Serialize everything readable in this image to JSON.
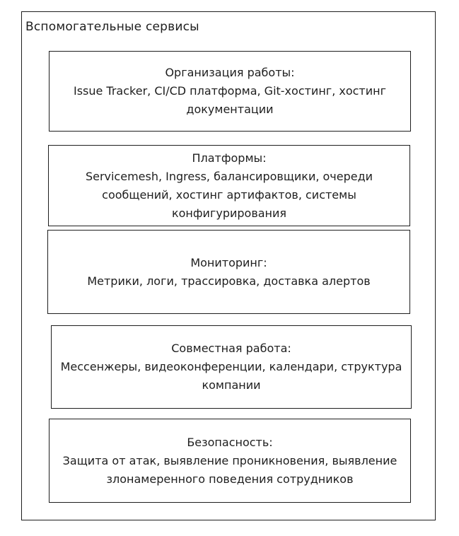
{
  "diagram": {
    "title": "Вспомогательные сервисы",
    "blocks": [
      {
        "title": "Организация работы:",
        "text": "Issue Tracker, CI/CD платформа, Git-хостинг, хостинг документации"
      },
      {
        "title": "Платформы:",
        "text": "Servicemesh, Ingress, балансировщики, очереди сообщений, хостинг артифактов, системы конфигурирования"
      },
      {
        "title": "Мониторинг:",
        "text": "Метрики, логи, трассировка, доставка алертов"
      },
      {
        "title": "Совместная работа:",
        "text": "Мессенжеры, видеоконференции, календари, структура компании"
      },
      {
        "title": "Безопасность:",
        "text": "Защита от атак, выявление проникновения, выявление злонамеренного поведения сотрудников"
      }
    ]
  }
}
